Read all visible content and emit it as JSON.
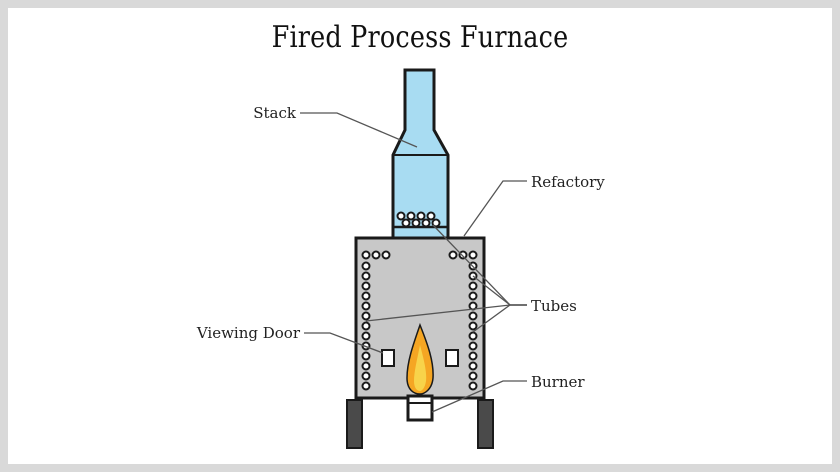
{
  "title": "Fired Process Furnace",
  "labels": {
    "stack": "Stack",
    "refactory": "Refactory",
    "tubes": "Tubes",
    "viewing_door": "Viewing Door",
    "burner": "Burner"
  },
  "colors": {
    "stack_fill": "#a8dcf2",
    "firebox_fill": "#c8c8c8",
    "leg_fill": "#4a4a4a",
    "flame_outer": "#f5a623",
    "flame_inner": "#f8d34a",
    "outline": "#1a1a1a",
    "leader_line": "#555555"
  }
}
